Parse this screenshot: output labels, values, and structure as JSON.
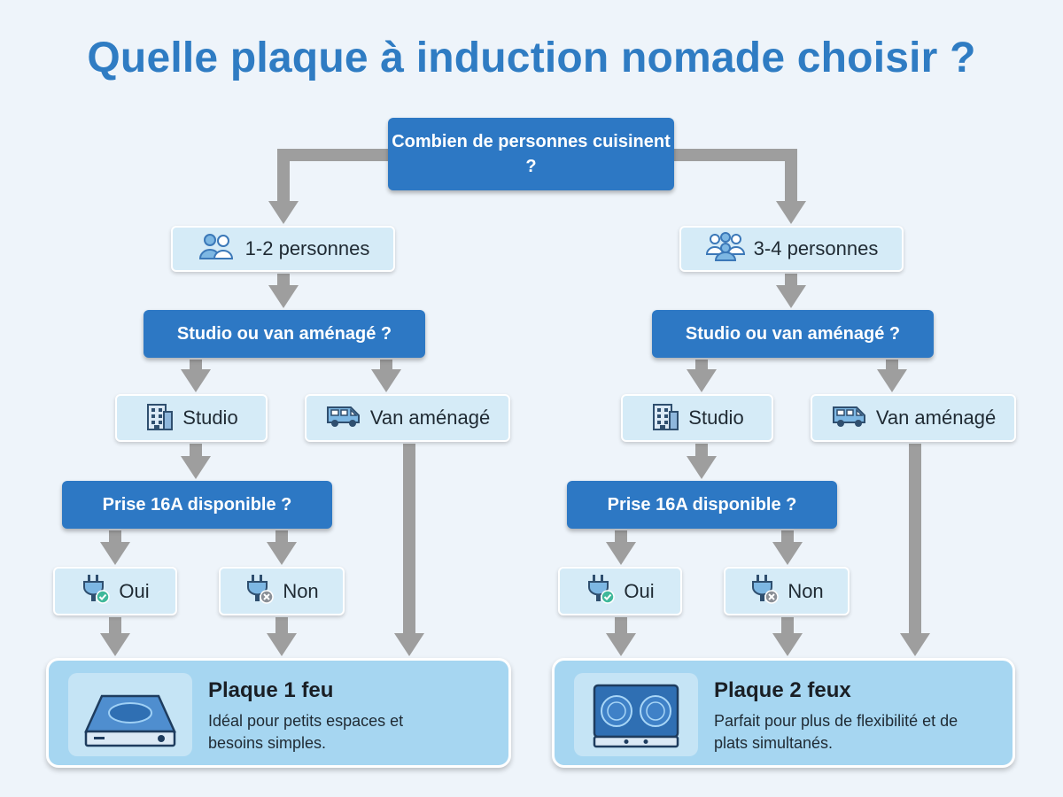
{
  "title": "Quelle plaque à induction nomade choisir ?",
  "root_question": "Combien de personnes cuisinent ?",
  "colors": {
    "title": "#2f7cc3",
    "question_box": "#2d78c4",
    "option_box": "#d5ebf7",
    "result_box": "#a6d6f1",
    "arrow": "#9e9e9e",
    "background": "#eef4fa"
  },
  "branches": [
    {
      "people_label": "1-2 personnes",
      "people_icon": "two-persons-icon",
      "question_housing": "Studio ou van aménagé ?",
      "studio_label": "Studio",
      "studio_icon": "building-icon",
      "van_label": "Van aménagé",
      "van_icon": "camper-van-icon",
      "question_socket": "Prise 16A disponible ?",
      "yes_label": "Oui",
      "yes_icon": "plug-check-icon",
      "no_label": "Non",
      "no_icon": "plug-cross-icon",
      "result_title": "Plaque 1 feu",
      "result_desc": [
        "Idéal pour petits espaces et",
        "besoins simples."
      ],
      "result_icon": "single-induction-hob-icon"
    },
    {
      "people_label": "3-4 personnes",
      "people_icon": "group-persons-icon",
      "question_housing": "Studio ou van aménagé ?",
      "studio_label": "Studio",
      "studio_icon": "building-icon",
      "van_label": "Van aménagé",
      "van_icon": "camper-van-icon",
      "question_socket": "Prise 16A disponible ?",
      "yes_label": "Oui",
      "yes_icon": "plug-check-icon",
      "no_label": "Non",
      "no_icon": "plug-cross-icon",
      "result_title": "Plaque 2 feux",
      "result_desc": [
        "Parfait pour plus de flexibilité et de",
        "plats simultanés."
      ],
      "result_icon": "double-induction-hob-icon"
    }
  ]
}
